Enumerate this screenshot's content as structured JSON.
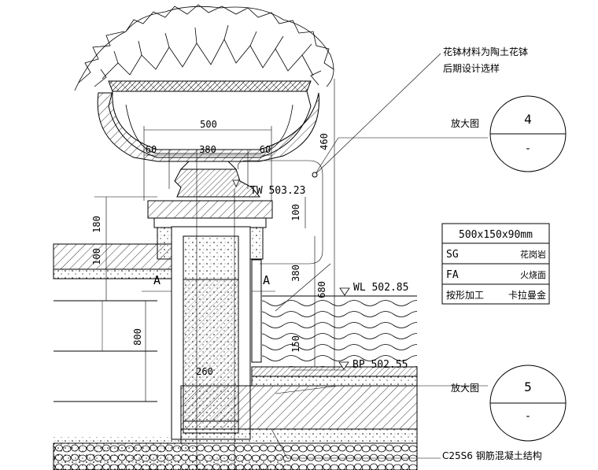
{
  "notes": {
    "planter_line1": "花钵材料为陶土花钵",
    "planter_line2": "后期设计选样",
    "enlarge_1": "放大图",
    "enlarge_2": "放大图",
    "concrete": "C25S6 钢筋混凝土结构"
  },
  "callouts": {
    "detail_4_number": "4",
    "detail_4_sheet": "-",
    "detail_5_number": "5",
    "detail_5_sheet": "-"
  },
  "elevations": {
    "tw": "TW 503.23",
    "wl": "WL 502.85",
    "bp": "BP 502.55"
  },
  "dimensions": {
    "d500": "500",
    "d60a": "60",
    "d380a": "380",
    "d60b": "60",
    "d460": "460",
    "d180": "180",
    "d100a": "100",
    "d100b": "100",
    "d380b": "380",
    "d680": "680",
    "d800": "800",
    "d150": "150",
    "d260": "260"
  },
  "section_marks": {
    "left": "A",
    "right": "A"
  },
  "material_table": {
    "header": "500x150x90mm",
    "rows": [
      {
        "code": "SG",
        "desc": "花岗岩"
      },
      {
        "code": "FA",
        "desc": "火烧面"
      },
      {
        "code": "按形加工",
        "desc": "卡拉曼金"
      }
    ]
  }
}
